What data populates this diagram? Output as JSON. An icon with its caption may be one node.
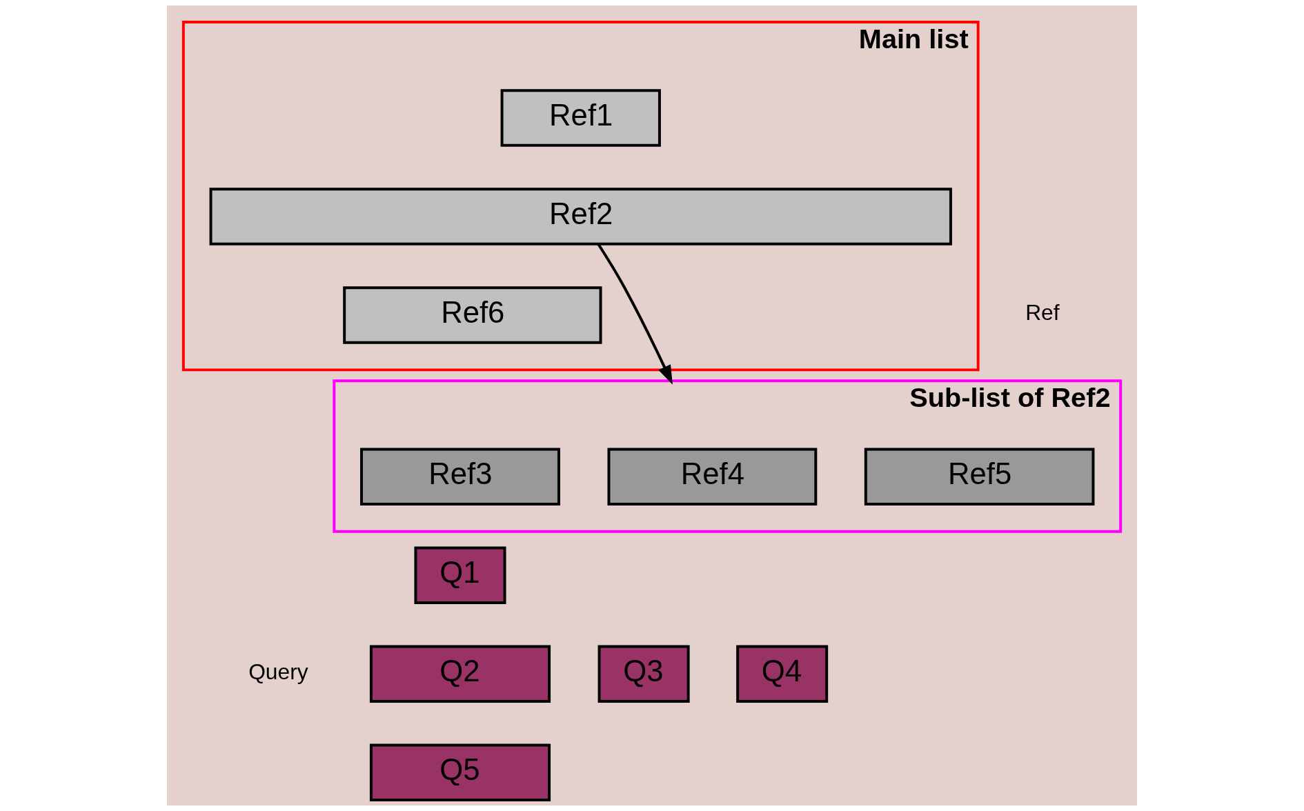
{
  "diagram": {
    "nodes": [
      {
        "text": [
          "Main list"
        ]
      },
      {
        "text": [
          "Ref1"
        ],
        "in": 0
      },
      {
        "text": [
          "Ref2"
        ],
        "in": 0
      },
      {
        "text": [
          "Ref6"
        ],
        "in": 0
      },
      {
        "text": [
          "Sub-list of Ref2"
        ]
      },
      {
        "text": [
          "Ref3"
        ],
        "in": 4
      },
      {
        "text": [
          "Ref4"
        ],
        "in": 4
      },
      {
        "text": [
          "Ref5"
        ],
        "in": 4
      },
      {
        "text": [
          "Q1"
        ]
      },
      {
        "text": [
          "Q2"
        ]
      },
      {
        "text": [
          "Q3"
        ]
      },
      {
        "text": [
          "Q4"
        ]
      },
      {
        "text": [
          "Q5"
        ]
      }
    ],
    "edges": [
      {
        "from": 2,
        "to": 4,
        "arrow": "to"
      }
    ],
    "labels": [
      "Ref",
      "Query"
    ]
  }
}
